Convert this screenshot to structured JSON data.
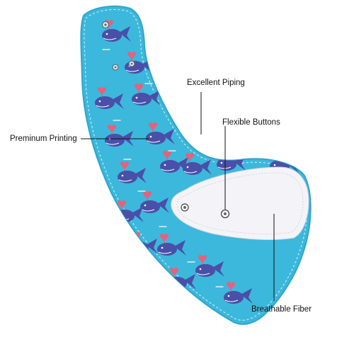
{
  "labels": {
    "excellent_piping": "Excellent Piping",
    "flexible_buttons": "Flexible Buttons",
    "premium_printing": "Preminum Printing",
    "breathable_fiber": "Breathable Fiber"
  },
  "colors": {
    "fabric": "#3cb8dc",
    "fabric_edge": "#2ea6cb",
    "whale": "#4a4fa8",
    "heart": "#e8607a",
    "fleece": "#f4f4f8",
    "leader_line": "#111111",
    "background": "#ffffff"
  },
  "icons": {
    "snap_button": "snap-button-icon",
    "whale": "whale-icon",
    "heart": "heart-icon"
  }
}
